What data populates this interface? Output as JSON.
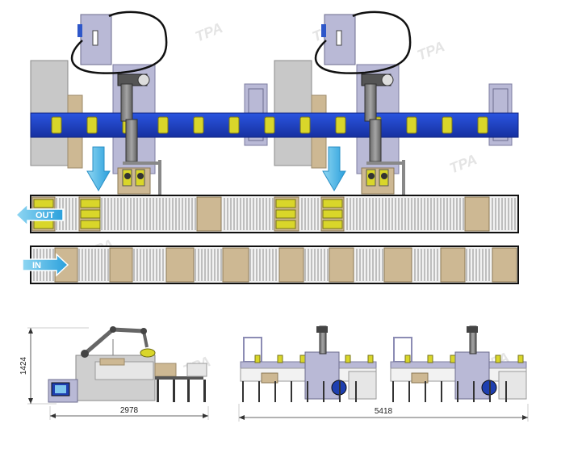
{
  "labels": {
    "out": "OUT",
    "in": "IN",
    "watermark": "TPA"
  },
  "dimensions": {
    "side_height": "1424",
    "side_width": "2978",
    "front_width": "5418"
  },
  "colors": {
    "conveyor_blue": "#1f3fc0",
    "yellow_tray": "#d9d62a",
    "arrow_cyan": "#4ab8e8",
    "box_tan": "#cdb893",
    "panel_lavender": "#b9b9d6",
    "machine_gray": "#c9c9c9"
  }
}
